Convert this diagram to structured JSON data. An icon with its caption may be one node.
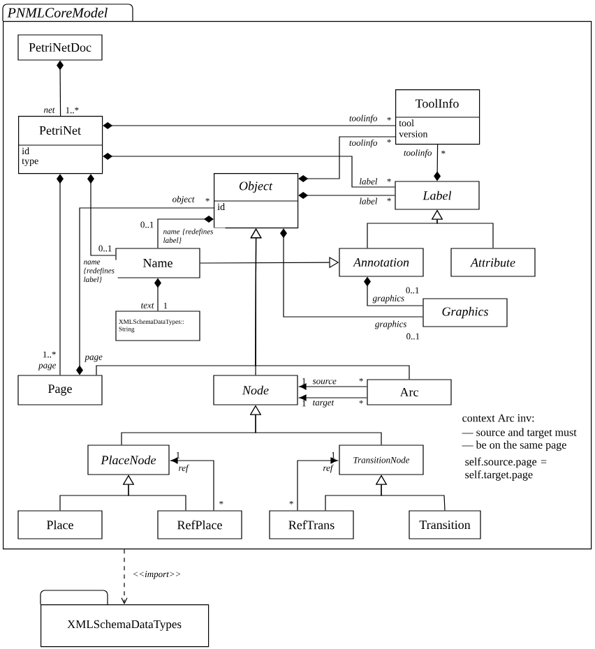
{
  "diagram": {
    "nodes": [
      {
        "text": [
          "PNMLCoreModel"
        ]
      },
      {
        "text": [
          "PetriNetDoc"
        ],
        "in": 0
      },
      {
        "text": [
          "PetriNet",
          "id",
          "type"
        ],
        "in": 0
      },
      {
        "text": [
          "ToolInfo",
          "tool",
          "version"
        ],
        "in": 0
      },
      {
        "text": [
          "Object",
          "id"
        ],
        "in": 0
      },
      {
        "text": [
          "Label"
        ],
        "in": 0
      },
      {
        "text": [
          "Name"
        ],
        "in": 0
      },
      {
        "text": [
          "Annotation"
        ],
        "in": 0
      },
      {
        "text": [
          "Attribute"
        ],
        "in": 0
      },
      {
        "text": [
          "XMLSchemaDataTypes:: String"
        ],
        "in": 0
      },
      {
        "text": [
          "Graphics"
        ],
        "in": 0
      },
      {
        "text": [
          "Page"
        ],
        "in": 0
      },
      {
        "text": [
          "Node"
        ],
        "in": 0
      },
      {
        "text": [
          "Arc"
        ],
        "in": 0
      },
      {
        "text": [
          "PlaceNode"
        ],
        "in": 0
      },
      {
        "text": [
          "TransitionNode"
        ],
        "in": 0
      },
      {
        "text": [
          "Place"
        ],
        "in": 0
      },
      {
        "text": [
          "RefPlace"
        ],
        "in": 0
      },
      {
        "text": [
          "RefTrans"
        ],
        "in": 0
      },
      {
        "text": [
          "Transition"
        ],
        "in": 0
      },
      {
        "text": [
          "XMLSchemaDataTypes"
        ]
      }
    ],
    "edges": [
      {
        "from": 1,
        "to": 2,
        "arrow": "other",
        "label": "net"
      },
      {
        "from": 2,
        "to": 3,
        "arrow": "other",
        "label": "toolinfo"
      },
      {
        "from": 2,
        "to": 5,
        "arrow": "other",
        "label": "label"
      },
      {
        "from": 4,
        "to": 3,
        "arrow": "other",
        "label": "toolinfo"
      },
      {
        "from": 4,
        "to": 5,
        "arrow": "other",
        "label": "label"
      },
      {
        "from": 5,
        "to": 3,
        "arrow": "other",
        "label": "toolinfo"
      },
      {
        "from": 4,
        "to": 6,
        "arrow": "other",
        "label": "name {redefines label}"
      },
      {
        "from": 2,
        "to": 6,
        "arrow": "other",
        "label": "name {redefines label}"
      },
      {
        "from": 6,
        "to": 9,
        "arrow": "other",
        "label": "text"
      },
      {
        "from": 2,
        "to": 11,
        "arrow": "other",
        "label": "page"
      },
      {
        "from": 11,
        "to": 4,
        "arrow": "other",
        "label": "object"
      },
      {
        "from": 6,
        "to": 7,
        "arrow": "to"
      },
      {
        "from": 7,
        "to": 5,
        "arrow": "to"
      },
      {
        "from": 8,
        "to": 5,
        "arrow": "to"
      },
      {
        "from": 11,
        "to": 4,
        "arrow": "to"
      },
      {
        "from": 12,
        "to": 4,
        "arrow": "to"
      },
      {
        "from": 13,
        "to": 4,
        "arrow": "to"
      },
      {
        "from": 4,
        "to": 10,
        "arrow": "other",
        "label": "graphics"
      },
      {
        "from": 7,
        "to": 10,
        "arrow": "other",
        "label": "graphics"
      },
      {
        "from": 13,
        "to": 12,
        "arrow": "to",
        "label": "source"
      },
      {
        "from": 13,
        "to": 12,
        "arrow": "to",
        "label": "target"
      },
      {
        "from": 14,
        "to": 12,
        "arrow": "to"
      },
      {
        "from": 15,
        "to": 12,
        "arrow": "to"
      },
      {
        "from": 16,
        "to": 14,
        "arrow": "to"
      },
      {
        "from": 17,
        "to": 14,
        "arrow": "to"
      },
      {
        "from": 17,
        "to": 14,
        "arrow": "to",
        "label": "ref"
      },
      {
        "from": 18,
        "to": 15,
        "arrow": "to",
        "label": "ref"
      },
      {
        "from": 18,
        "to": 15,
        "arrow": "to"
      },
      {
        "from": 19,
        "to": 15,
        "arrow": "to"
      },
      {
        "from": 0,
        "to": 20,
        "arrow": "to",
        "label": "<<import>>",
        "style": "dashed"
      }
    ],
    "labels": [
      "1..*",
      "*",
      "*",
      "*",
      "*",
      "*",
      "0..1",
      "0..1",
      "1",
      "1..*",
      "page",
      "*",
      "0..1",
      "0..1",
      "1",
      "*",
      "1",
      "*",
      "1",
      "*",
      "1",
      "*",
      "context Arc inv:",
      "— source and target must",
      "— be on the same page",
      "self.source.page = self.target.page"
    ]
  }
}
